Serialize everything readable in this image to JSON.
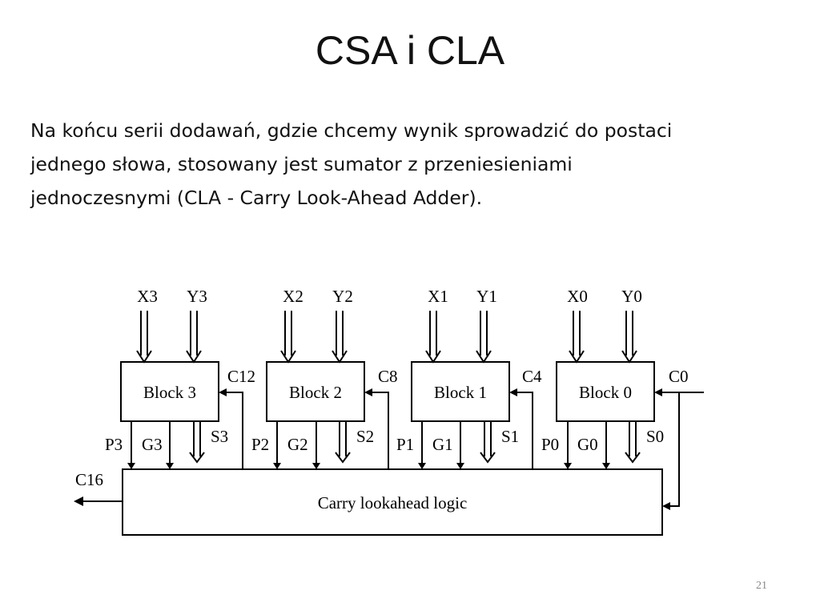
{
  "slide": {
    "title": "CSA i CLA",
    "body": [
      "Na końcu serii dodawań, gdzie chcemy wynik sprowadzić do postaci",
      "jednego słowa, stosowany jest sumator z przeniesieniami",
      "jednoczesnymi (CLA - Carry Look-Ahead Adder)."
    ],
    "page_number": "21"
  },
  "diagram": {
    "blocks": [
      {
        "label": "Block 3",
        "x_input": "X3",
        "y_input": "Y3",
        "carry_in": "C12",
        "p": "P3",
        "g": "G3",
        "s": "S3"
      },
      {
        "label": "Block 2",
        "x_input": "X2",
        "y_input": "Y2",
        "carry_in": "C8",
        "p": "P2",
        "g": "G2",
        "s": "S2"
      },
      {
        "label": "Block 1",
        "x_input": "X1",
        "y_input": "Y1",
        "carry_in": "C4",
        "p": "P1",
        "g": "G1",
        "s": "S1"
      },
      {
        "label": "Block 0",
        "x_input": "X0",
        "y_input": "Y0",
        "carry_in": "C0",
        "p": "P0",
        "g": "G0",
        "s": "S0"
      }
    ],
    "logic_label": "Carry lookahead logic",
    "carry_out": "C16"
  }
}
